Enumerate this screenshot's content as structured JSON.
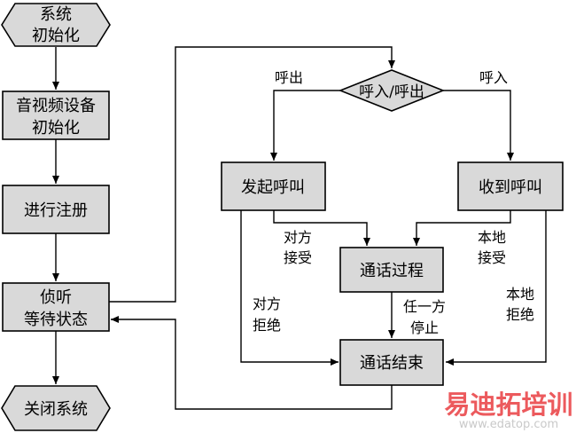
{
  "nodes": {
    "system_init": [
      "系统",
      "初始化"
    ],
    "av_init": [
      "音视频设备",
      "初始化"
    ],
    "register": "进行注册",
    "listen_wait": [
      "侦听",
      "等待状态"
    ],
    "close_system": "关闭系统",
    "decision": "呼入/呼出",
    "initiate_call": "发起呼叫",
    "receive_call": "收到呼叫",
    "call_process": "通话过程",
    "call_end": "通话结束"
  },
  "edge_labels": {
    "outgoing": "呼出",
    "incoming": "呼入",
    "remote_accept": [
      "对方",
      "接受"
    ],
    "local_accept": [
      "本地",
      "接受"
    ],
    "remote_reject": [
      "对方",
      "拒绝"
    ],
    "local_reject": [
      "本地",
      "拒绝"
    ],
    "either_stop": [
      "任一方",
      "停止"
    ]
  },
  "watermark": {
    "brand": "易迪拓培训",
    "url": "www.edatop.com"
  },
  "colors": {
    "node_fill": "#d9d9d9",
    "stroke": "#000000",
    "watermark_red": "#e8373a",
    "watermark_gray": "#c9c9c9"
  }
}
